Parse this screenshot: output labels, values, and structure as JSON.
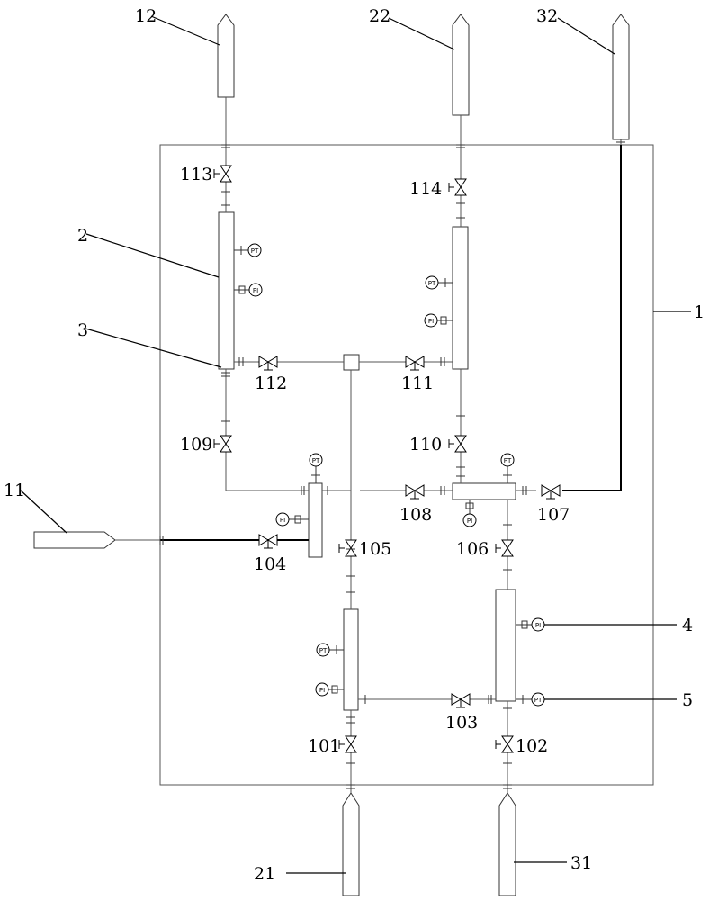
{
  "labels": {
    "l1": "1",
    "l2": "2",
    "l3": "3",
    "l4": "4",
    "l5": "5",
    "l11": "11",
    "l12": "12",
    "l21": "21",
    "l22": "22",
    "l31": "31",
    "l32": "32",
    "v101": "101",
    "v102": "102",
    "v103": "103",
    "v104": "104",
    "v105": "105",
    "v106": "106",
    "v107": "107",
    "v108": "108",
    "v109": "109",
    "v110": "110",
    "v111": "111",
    "v112": "112",
    "v113": "113",
    "v114": "114"
  },
  "instruments": {
    "pt": "PT",
    "pi": "PI"
  }
}
